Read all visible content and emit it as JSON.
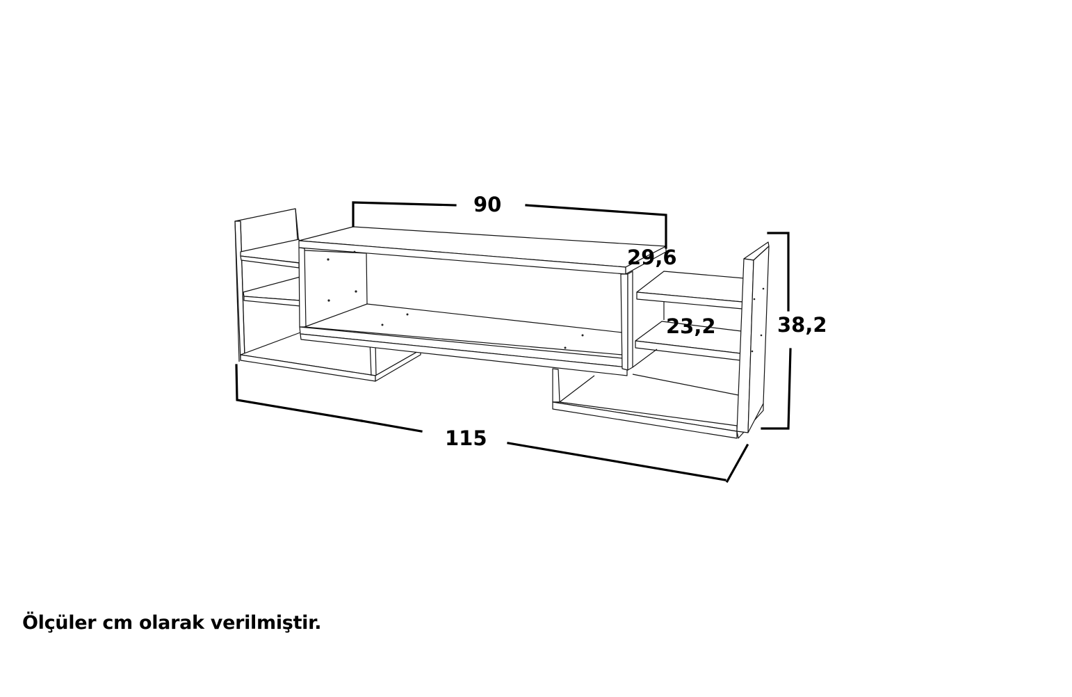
{
  "diagram": {
    "subject": "tv-stand-line-drawing",
    "colors": {
      "line": "#111111",
      "dimension": "#000000",
      "background": "#ffffff"
    },
    "dimensions": {
      "top_width": "90",
      "depth": "29,6",
      "shelf_height": "23,2",
      "total_height": "38,2",
      "total_width": "115"
    },
    "units_note": "Ölçüler cm olarak verilmiştir."
  }
}
